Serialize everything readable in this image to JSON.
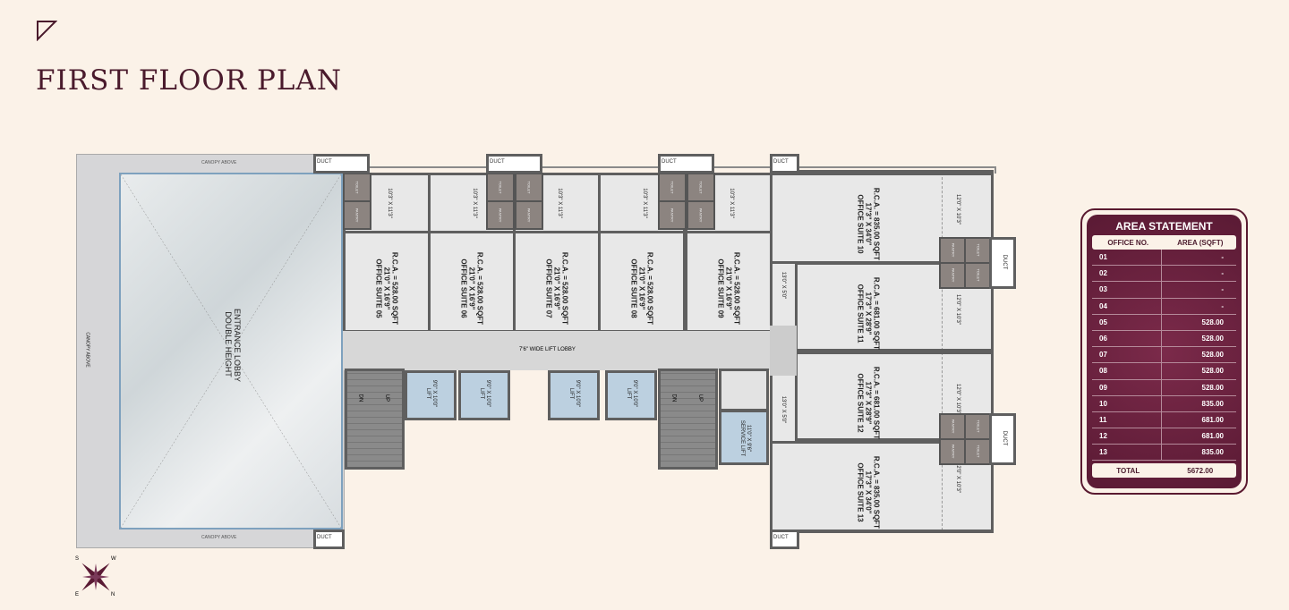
{
  "header": {
    "title": "FIRST FLOOR PLAN",
    "logo": "triangle-logo"
  },
  "plan": {
    "canopy_above": "CANOPY ABOVE",
    "lobby": [
      "DOUBLE HEIGHT",
      "ENTRANCE LOBBY"
    ],
    "duct": "DUCT",
    "toilet": "TOILET",
    "pantry": "PANTRY",
    "front_dim": "10'3\" X 11'3\"",
    "suites_top": [
      {
        "name": "OFFICE SUITE 05",
        "dims": "21'0\" X 16'9\"",
        "rca": "R.C.A. = 528.00 SQFT"
      },
      {
        "name": "OFFICE SUITE 06",
        "dims": "21'0\" X 16'9\"",
        "rca": "R.C.A. = 528.00 SQFT"
      },
      {
        "name": "OFFICE SUITE 07",
        "dims": "21'0\" X 16'9\"",
        "rca": "R.C.A. = 528.00 SQFT"
      },
      {
        "name": "OFFICE SUITE 08",
        "dims": "21'0\" X 16'9\"",
        "rca": "R.C.A. = 528.00 SQFT"
      },
      {
        "name": "OFFICE SUITE 09",
        "dims": "21'0\" X 16'9\"",
        "rca": "R.C.A. = 528.00 SQFT"
      }
    ],
    "suites_right": [
      {
        "name": "OFFICE SUITE 10",
        "dims": "17'3\" X 34'0\"",
        "rca": "R.C.A. = 835.00 SQFT",
        "side": "12'0\" X 10'3\""
      },
      {
        "name": "OFFICE SUITE 11",
        "dims": "17'3\" X 28'9\"",
        "rca": "R.C.A. = 681.00 SQFT",
        "side": "12'0\" X 10'3\""
      },
      {
        "name": "OFFICE SUITE 12",
        "dims": "17'3\" X 28'9\"",
        "rca": "R.C.A. = 681.00 SQFT",
        "side": "12'0\" X 10'3\""
      },
      {
        "name": "OFFICE SUITE 13",
        "dims": "17'3\" X 34'0\"",
        "rca": "R.C.A. = 835.00 SQFT",
        "side": "12'0\" X 10'3\""
      }
    ],
    "side_room": "13'0\" X 5'0\"",
    "lift_lobby": "7'6\" WIDE LIFT LOBBY",
    "lift": "LIFT",
    "lift_dims": "9'0\" X 10'0\"",
    "service_lift": "SERVICE LIFT",
    "service_dims": "11'0\" X 9'6\"",
    "up": "UP",
    "dn": "DN",
    "compass": {
      "n": "N",
      "s": "S",
      "e": "E",
      "w": "W"
    }
  },
  "area_statement": {
    "title": "AREA STATEMENT",
    "col1": "OFFICE NO.",
    "col2": "AREA (SQFT)",
    "rows": [
      [
        "01",
        "-"
      ],
      [
        "02",
        "-"
      ],
      [
        "03",
        "-"
      ],
      [
        "04",
        "-"
      ],
      [
        "05",
        "528.00"
      ],
      [
        "06",
        "528.00"
      ],
      [
        "07",
        "528.00"
      ],
      [
        "08",
        "528.00"
      ],
      [
        "09",
        "528.00"
      ],
      [
        "10",
        "835.00"
      ],
      [
        "11",
        "681.00"
      ],
      [
        "12",
        "681.00"
      ],
      [
        "13",
        "835.00"
      ]
    ],
    "total_label": "TOTAL",
    "total": "5672.00"
  },
  "colors": {
    "brand": "#5a1a34",
    "background": "#fbf2e8"
  }
}
